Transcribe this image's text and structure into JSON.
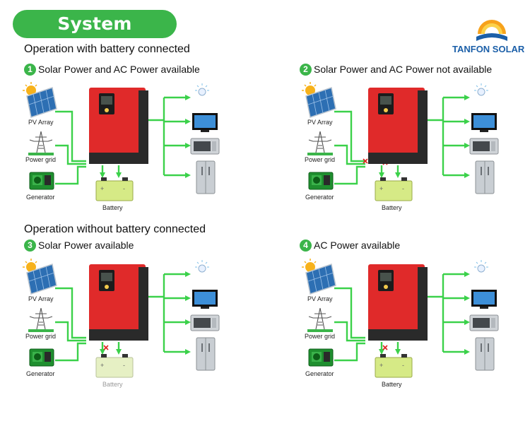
{
  "header": {
    "title": "System Diagram",
    "brand": "TANFON SOLAR"
  },
  "sections": [
    {
      "title": "Operation with battery connected"
    },
    {
      "title": "Operation without  battery connected"
    }
  ],
  "scenarios": [
    {
      "number": "1",
      "title": "Solar Power and AC Power available"
    },
    {
      "number": "2",
      "title": "Solar Power and AC Power not available"
    },
    {
      "number": "3",
      "title": "Solar Power available"
    },
    {
      "number": "4",
      "title": "AC Power available"
    }
  ],
  "labels": {
    "pv": "PV Array",
    "grid": "Power grid",
    "generator": "Generator",
    "battery": "Battery"
  },
  "colors": {
    "accent": "#3bb54a",
    "inverter": "#e02a2a",
    "line": "#3bd14a",
    "cross": "#e0201e",
    "brand": "#1b5fa8"
  }
}
